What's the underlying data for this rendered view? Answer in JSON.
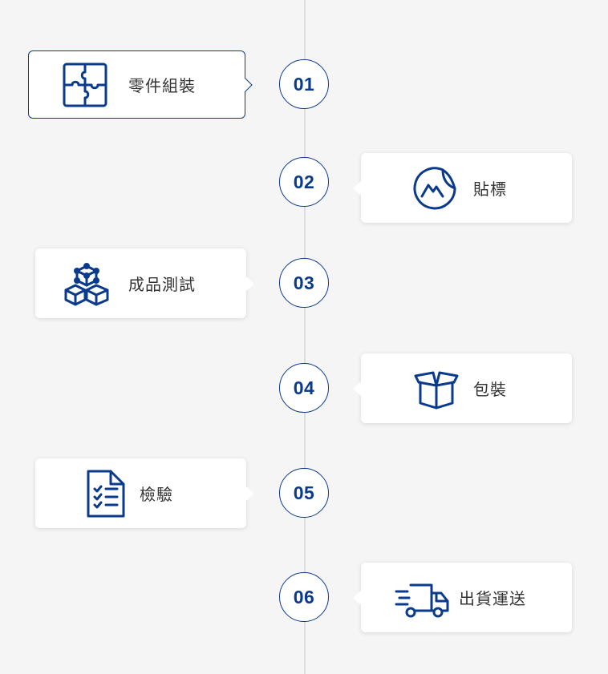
{
  "colors": {
    "accent": "#0a3a8c",
    "line": "#dcdcdc",
    "background": "#f5f5f5",
    "card": "#ffffff",
    "text": "#333333"
  },
  "steps": [
    {
      "number": "01",
      "label": "零件組裝",
      "icon": "puzzle-icon",
      "side": "left",
      "active": true
    },
    {
      "number": "02",
      "label": "貼標",
      "icon": "sticker-icon",
      "side": "right",
      "active": false
    },
    {
      "number": "03",
      "label": "成品測試",
      "icon": "cubes-icon",
      "side": "left",
      "active": false
    },
    {
      "number": "04",
      "label": "包裝",
      "icon": "box-icon",
      "side": "right",
      "active": false
    },
    {
      "number": "05",
      "label": "檢驗",
      "icon": "checklist-icon",
      "side": "left",
      "active": false
    },
    {
      "number": "06",
      "label": "出貨運送",
      "icon": "truck-icon",
      "side": "right",
      "active": false
    }
  ]
}
